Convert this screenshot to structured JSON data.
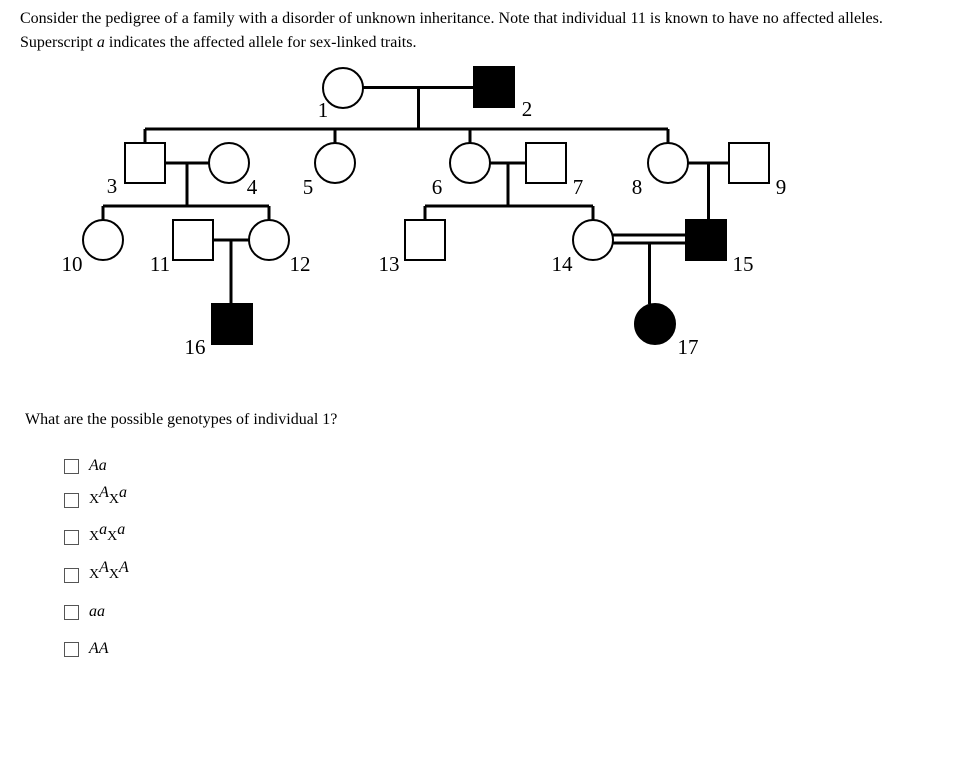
{
  "intro": {
    "part1": "Consider the pedigree of a family with a disorder of unknown inheritance. Note that individual 11 is known to have no affected alleles. Superscript ",
    "part2": "a",
    "part3": " indicates the affected allele for sex-linked traits."
  },
  "pedigree": {
    "individuals": [
      {
        "id": "1",
        "label": "1",
        "sex": "female",
        "affected": false
      },
      {
        "id": "2",
        "label": "2",
        "sex": "male",
        "affected": true
      },
      {
        "id": "3",
        "label": "3",
        "sex": "male",
        "affected": false
      },
      {
        "id": "4",
        "label": "4",
        "sex": "female",
        "affected": false
      },
      {
        "id": "5",
        "label": "5",
        "sex": "female",
        "affected": false
      },
      {
        "id": "6",
        "label": "6",
        "sex": "female",
        "affected": false
      },
      {
        "id": "7",
        "label": "7",
        "sex": "male",
        "affected": false
      },
      {
        "id": "8",
        "label": "8",
        "sex": "female",
        "affected": false
      },
      {
        "id": "9",
        "label": "9",
        "sex": "male",
        "affected": false
      },
      {
        "id": "10",
        "label": "10",
        "sex": "female",
        "affected": false
      },
      {
        "id": "11",
        "label": "11",
        "sex": "male",
        "affected": false
      },
      {
        "id": "12",
        "label": "12",
        "sex": "female",
        "affected": false
      },
      {
        "id": "13",
        "label": "13",
        "sex": "male",
        "affected": false
      },
      {
        "id": "14",
        "label": "14",
        "sex": "female",
        "affected": false
      },
      {
        "id": "15",
        "label": "15",
        "sex": "male",
        "affected": true
      },
      {
        "id": "16",
        "label": "16",
        "sex": "male",
        "affected": true
      },
      {
        "id": "17",
        "label": "17",
        "sex": "female",
        "affected": true
      }
    ],
    "matings": [
      {
        "partners": [
          "1",
          "2"
        ],
        "consanguineous": false,
        "children": [
          "3",
          "5",
          "6",
          "8"
        ]
      },
      {
        "partners": [
          "3",
          "4"
        ],
        "consanguineous": false,
        "children": [
          "10",
          "12"
        ]
      },
      {
        "partners": [
          "6",
          "7"
        ],
        "consanguineous": false,
        "children": [
          "13",
          "14"
        ]
      },
      {
        "partners": [
          "8",
          "9"
        ],
        "consanguineous": false,
        "children": [
          "15"
        ]
      },
      {
        "partners": [
          "11",
          "12"
        ],
        "consanguineous": false,
        "children": [
          "16"
        ]
      },
      {
        "partners": [
          "14",
          "15"
        ],
        "consanguineous": true,
        "children": [
          "17"
        ]
      }
    ]
  },
  "question": "What are the possible genotypes of individual 1?",
  "options": [
    {
      "label": "Aa"
    },
    {
      "base": "X",
      "sup1": "A",
      "sup2": "a"
    },
    {
      "base": "X",
      "sup1": "a",
      "sup2": "a"
    },
    {
      "base": "X",
      "sup1": "A",
      "sup2": "A"
    },
    {
      "label": "aa"
    },
    {
      "label": "AA"
    }
  ]
}
